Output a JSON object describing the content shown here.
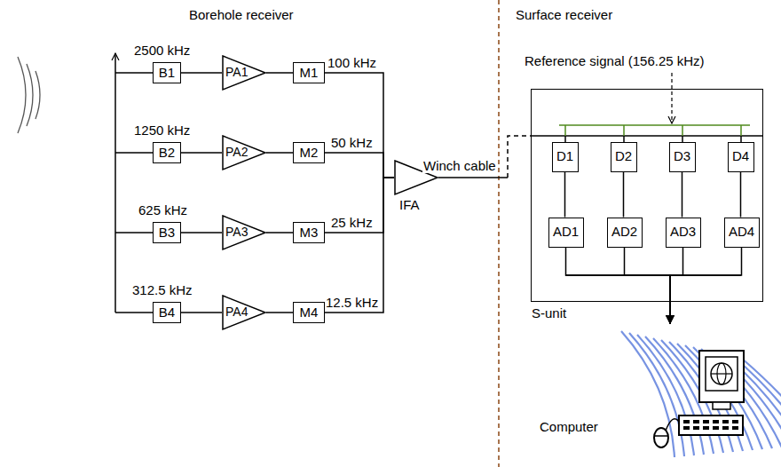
{
  "diagram": {
    "nodes": [
      {
        "text": [
          "B1"
        ]
      },
      {
        "text": [
          "PA1"
        ]
      },
      {
        "text": [
          "M1"
        ]
      },
      {
        "text": [
          "B2"
        ]
      },
      {
        "text": [
          "PA2"
        ]
      },
      {
        "text": [
          "M2"
        ]
      },
      {
        "text": [
          "B3"
        ]
      },
      {
        "text": [
          "PA3"
        ]
      },
      {
        "text": [
          "M3"
        ]
      },
      {
        "text": [
          "B4"
        ]
      },
      {
        "text": [
          "PA4"
        ]
      },
      {
        "text": [
          "M4"
        ]
      },
      {
        "text": [
          "IFA"
        ]
      },
      {
        "text": [
          "S-unit"
        ]
      },
      {
        "text": [
          "D1"
        ],
        "in": 13
      },
      {
        "text": [
          "D2"
        ],
        "in": 13
      },
      {
        "text": [
          "D3"
        ],
        "in": 13
      },
      {
        "text": [
          "D4"
        ],
        "in": 13
      },
      {
        "text": [
          "AD1"
        ],
        "in": 13
      },
      {
        "text": [
          "AD2"
        ],
        "in": 13
      },
      {
        "text": [
          "AD3"
        ],
        "in": 13
      },
      {
        "text": [
          "AD4"
        ],
        "in": 13
      },
      {
        "text": [
          "Computer"
        ]
      }
    ],
    "edges": [
      {
        "from": 0,
        "to": 1,
        "arrow": "none"
      },
      {
        "from": 1,
        "to": 2,
        "arrow": "none"
      },
      {
        "from": 2,
        "to": 12,
        "arrow": "none"
      },
      {
        "from": 3,
        "to": 4,
        "arrow": "none"
      },
      {
        "from": 4,
        "to": 5,
        "arrow": "none"
      },
      {
        "from": 5,
        "to": 12,
        "arrow": "none"
      },
      {
        "from": 6,
        "to": 7,
        "arrow": "none"
      },
      {
        "from": 7,
        "to": 8,
        "arrow": "none"
      },
      {
        "from": 8,
        "to": 12,
        "arrow": "none"
      },
      {
        "from": 9,
        "to": 10,
        "arrow": "none"
      },
      {
        "from": 10,
        "to": 11,
        "arrow": "none"
      },
      {
        "from": 11,
        "to": 12,
        "arrow": "none"
      },
      {
        "from": 12,
        "to": 13,
        "arrow": "none"
      },
      {
        "from": 14,
        "to": 18,
        "arrow": "none"
      },
      {
        "from": 15,
        "to": 19,
        "arrow": "none"
      },
      {
        "from": 16,
        "to": 20,
        "arrow": "none"
      },
      {
        "from": 17,
        "to": 21,
        "arrow": "none"
      },
      {
        "from": 18,
        "to": 22,
        "arrow": "to"
      },
      {
        "from": 19,
        "to": 22,
        "arrow": "to"
      },
      {
        "from": 20,
        "to": 22,
        "arrow": "to"
      },
      {
        "from": 21,
        "to": 22,
        "arrow": "to"
      }
    ],
    "labels": [
      "Borehole receiver",
      "Surface receiver",
      "2500 kHz",
      "100 kHz",
      "1250 kHz",
      "50 kHz",
      "625 kHz",
      "25 kHz",
      "312.5 kHz",
      "12.5 kHz",
      "Winch cable",
      "Reference signal (156.25 kHz)"
    ]
  }
}
